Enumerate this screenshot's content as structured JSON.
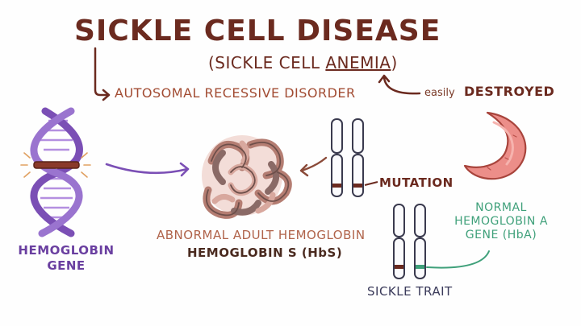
{
  "title": "SICKLE CELL DISEASE",
  "subtitle": {
    "open": "(SICKLE CELL ",
    "underlined": "ANEMIA",
    "close": ")"
  },
  "inheritance": "AUTOSOMAL RECESSIVE DISORDER",
  "rbc_fate": {
    "qualifier": "easily",
    "word": "DESTROYED"
  },
  "gene_label": "HEMOGLOBIN GENE",
  "protein_label": "ABNORMAL ADULT HEMOGLOBIN",
  "protein_name": "HEMOGLOBIN S (HbS)",
  "mutation_label": "MUTATION",
  "normal_gene_label": "NORMAL HEMOGLOBIN A GENE (HbA)",
  "trait_label": "SICKLE TRAIT",
  "colors": {
    "title_brown": "#6b2a1f",
    "label_rust": "#a24c33",
    "dna_purple": "#7b4fb5",
    "hemoglobin_pink": "#c98f84",
    "sickle_cell_red": "#e98a86",
    "normal_gene_green": "#3fa07a",
    "mutation_band": "#6b2a1f"
  }
}
